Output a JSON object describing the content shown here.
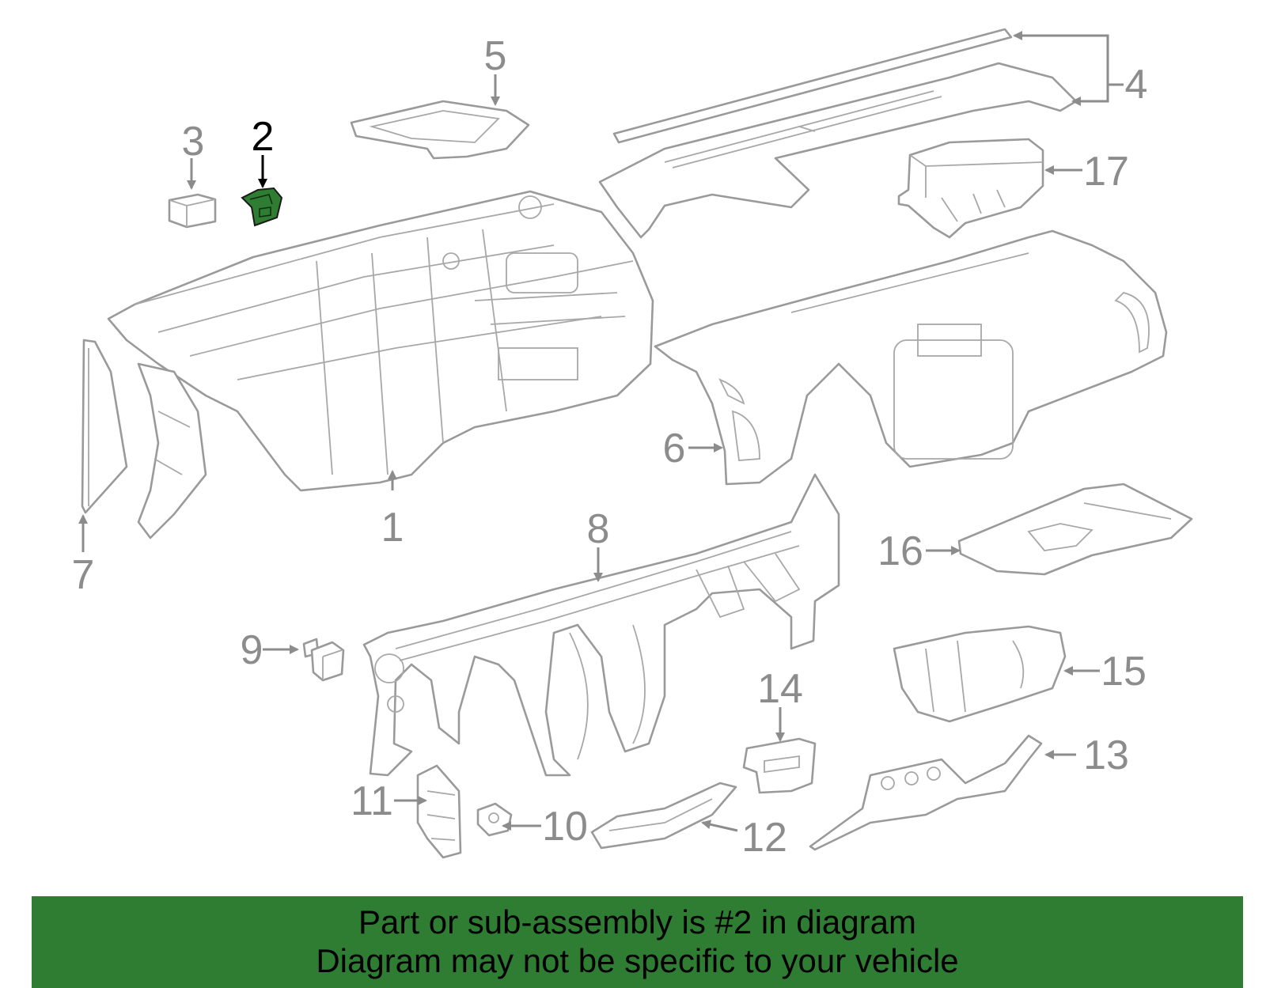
{
  "diagram": {
    "callouts": [
      "1",
      "2",
      "3",
      "4",
      "5",
      "6",
      "7",
      "8",
      "9",
      "10",
      "11",
      "12",
      "13",
      "14",
      "15",
      "16",
      "17"
    ],
    "highlighted_callout": "2",
    "highlight_color": "#2e7d32",
    "part_outline_color": "#9a9a9a"
  },
  "banner": {
    "line1": "Part or sub-assembly is #2 in diagram",
    "line2": "Diagram may not be specific to your vehicle",
    "background_color": "#2e7d32"
  }
}
